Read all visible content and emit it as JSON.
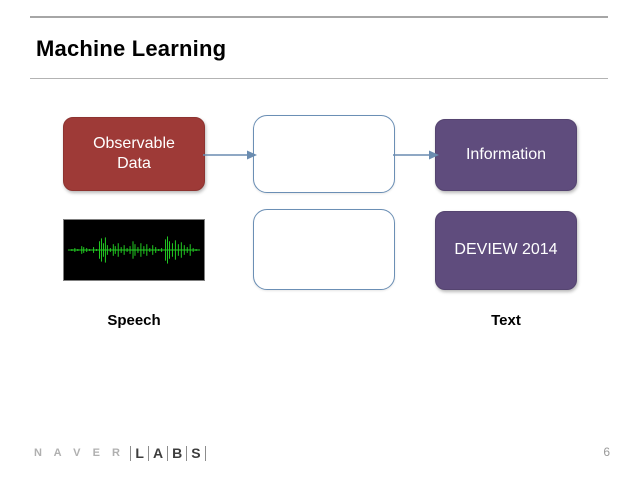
{
  "slide": {
    "title": "Machine Learning",
    "page_number": "6",
    "background_color": "#ffffff"
  },
  "diagram": {
    "nodes": [
      {
        "id": "observable-data",
        "label": "Observable\nData",
        "line1": "Observable",
        "line2": "Data",
        "fill_color": "#9e3a37",
        "text_color": "#ffffff",
        "shape": "rounded-rectangle",
        "column": "left",
        "row": "top"
      },
      {
        "id": "middle-top",
        "label": "",
        "fill_color": "#ffffff",
        "border_color": "#6b8fb5",
        "shape": "rounded-rectangle",
        "column": "middle",
        "row": "top"
      },
      {
        "id": "information",
        "label": "Information",
        "fill_color": "#5f4c7d",
        "text_color": "#ffffff",
        "shape": "rounded-rectangle",
        "column": "right",
        "row": "top"
      },
      {
        "id": "speech-waveform",
        "label": "",
        "fill_color": "#000000",
        "waveform_color": "#22cc22",
        "shape": "rectangle",
        "column": "left",
        "row": "bottom"
      },
      {
        "id": "middle-bottom",
        "label": "",
        "fill_color": "#ffffff",
        "border_color": "#6b8fb5",
        "shape": "rounded-rectangle",
        "column": "middle",
        "row": "bottom"
      },
      {
        "id": "deview",
        "label": "DEVIEW 2014",
        "fill_color": "#5f4c7d",
        "text_color": "#ffffff",
        "shape": "rounded-rectangle",
        "column": "right",
        "row": "bottom"
      }
    ],
    "arrows": [
      {
        "id": "arrow-observable-to-middle",
        "from": "observable-data",
        "to": "middle-top",
        "color": "#6a8cb0",
        "direction": "right"
      },
      {
        "id": "arrow-middle-to-information",
        "from": "middle-top",
        "to": "information",
        "color": "#6a8cb0",
        "direction": "right"
      }
    ],
    "captions": {
      "left": "Speech",
      "right": "Text"
    }
  },
  "footer": {
    "logo": {
      "naver_text": "N A V E R",
      "labs_letters": [
        "L",
        "A",
        "B",
        "S"
      ],
      "naver_color": "#b0b0b0",
      "labs_color": "#3d3d3d"
    }
  }
}
